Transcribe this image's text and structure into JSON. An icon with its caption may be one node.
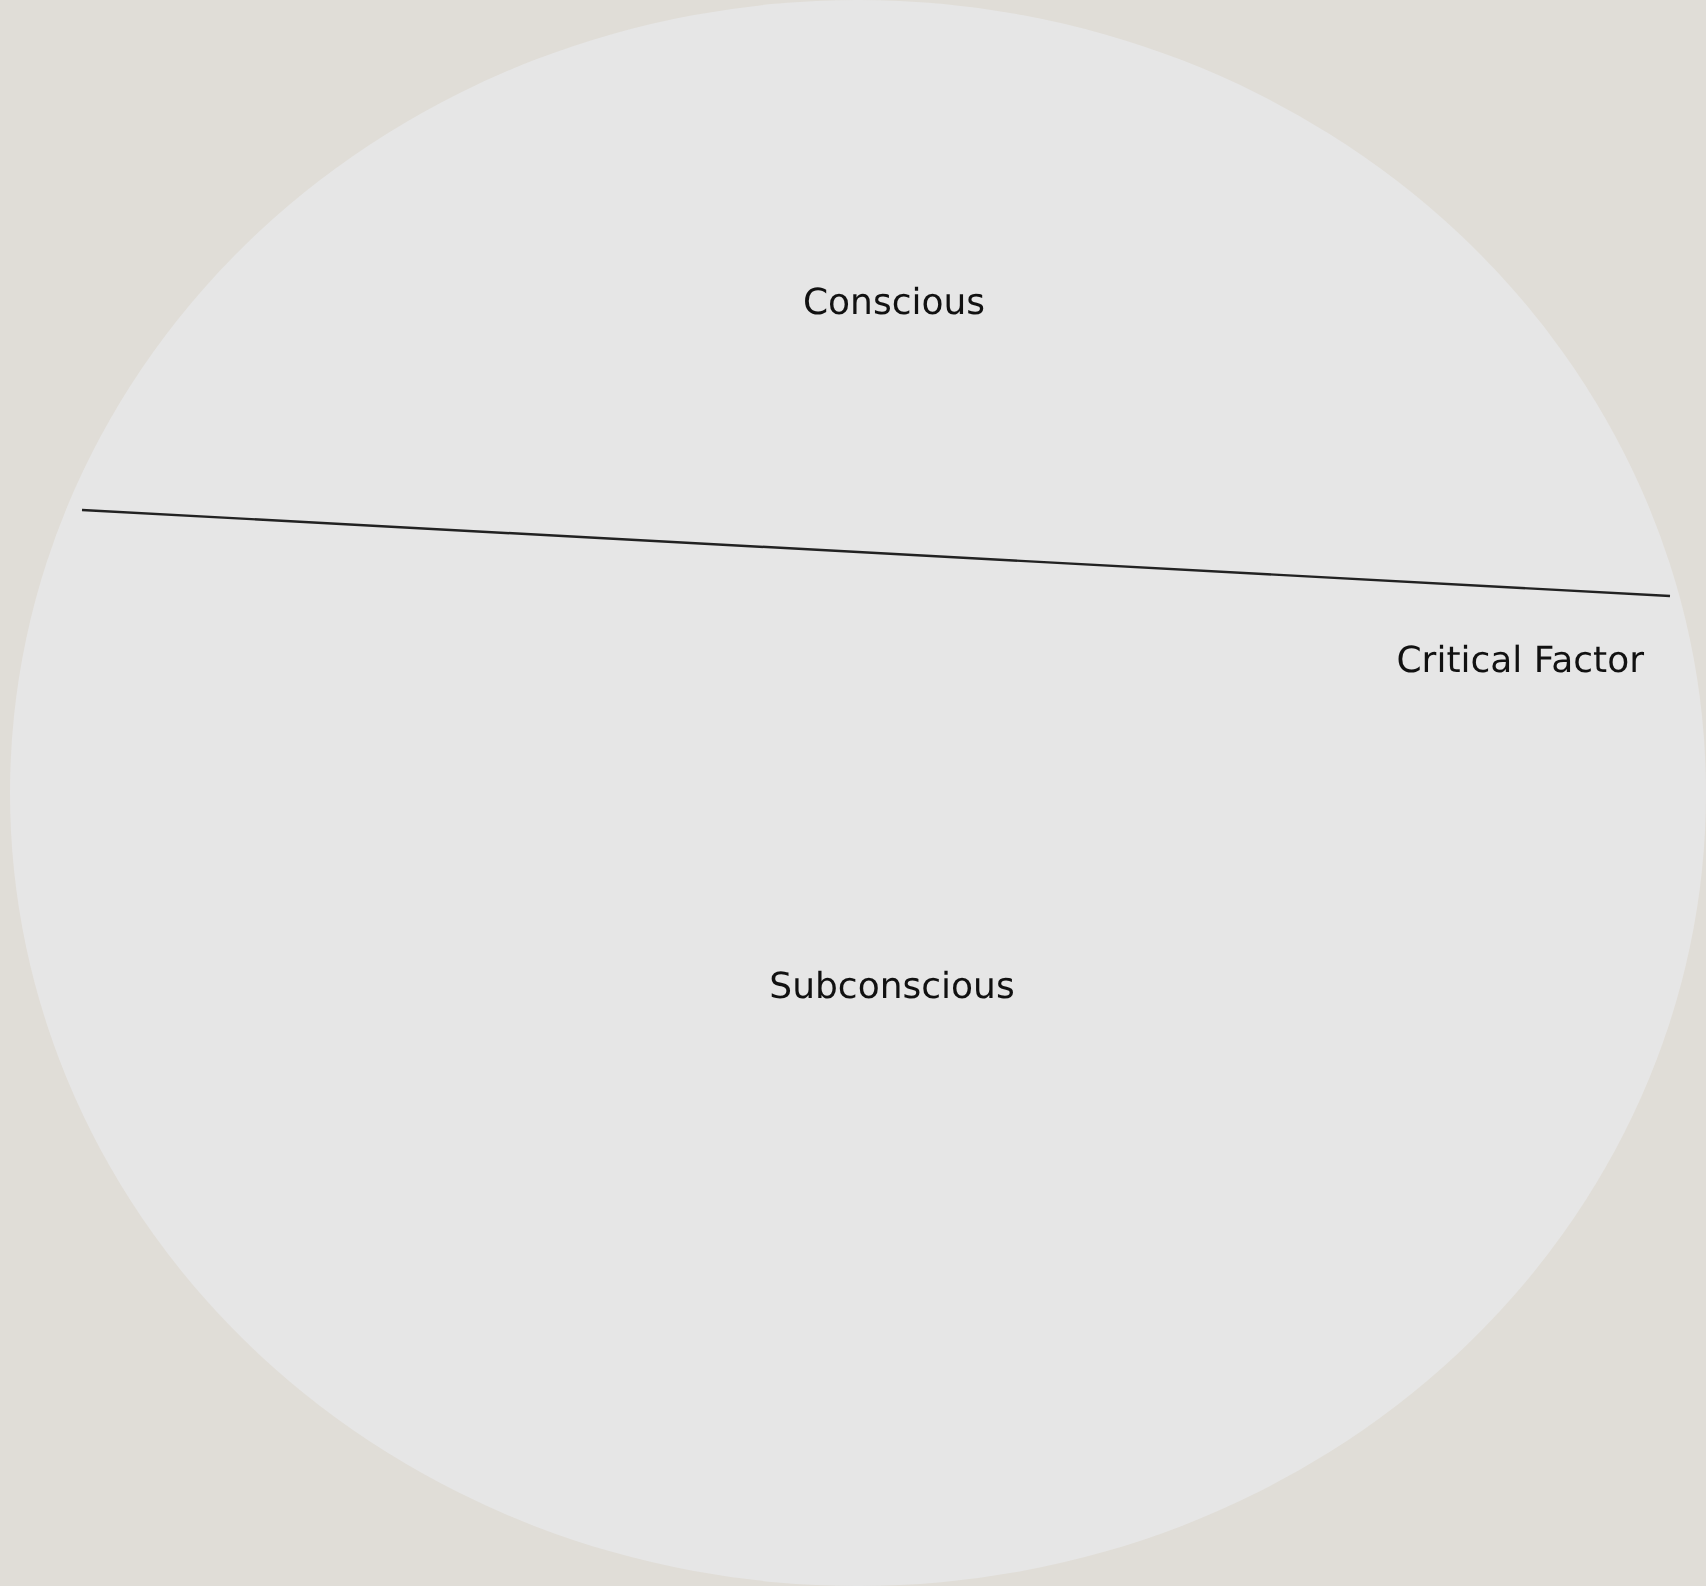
{
  "diagram": {
    "nodes": [
      {
        "text": [
          "Conscious",
          "Subconscious"
        ]
      }
    ],
    "labels": [
      "Critical Factor"
    ]
  }
}
